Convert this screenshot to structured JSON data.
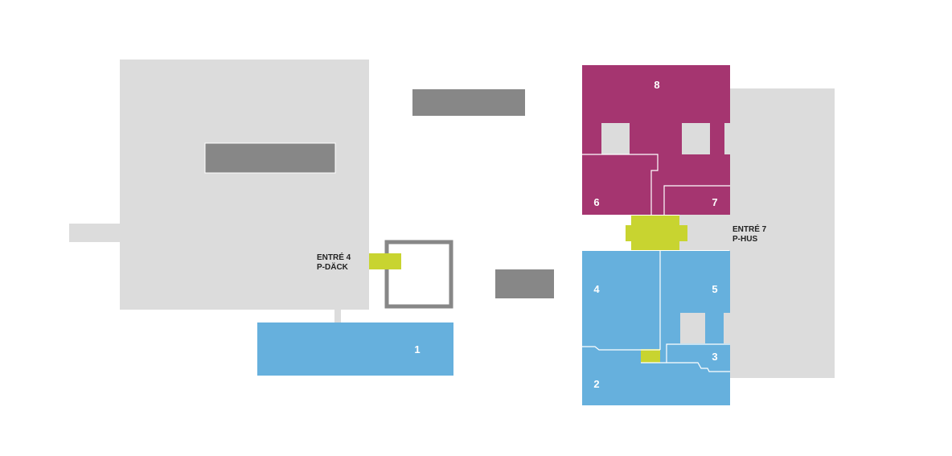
{
  "colors": {
    "building_light": "#dcdcdc",
    "building_dark": "#878787",
    "blue_zone": "#66b0dd",
    "purple_zone": "#a53570",
    "entrance_green": "#c8d430",
    "courtyard_outline": "#878787",
    "divider": "#ffffff"
  },
  "zones": {
    "z1": {
      "label": "1"
    },
    "z2": {
      "label": "2"
    },
    "z3": {
      "label": "3"
    },
    "z4": {
      "label": "4"
    },
    "z5": {
      "label": "5"
    },
    "z6": {
      "label": "6"
    },
    "z7": {
      "label": "7"
    },
    "z8": {
      "label": "8"
    }
  },
  "entrances": {
    "entrance4": {
      "line1": "ENTRÉ 4",
      "line2": "P-DÄCK"
    },
    "entrance7": {
      "line1": "ENTRÉ 7",
      "line2": "P-HUS"
    }
  }
}
